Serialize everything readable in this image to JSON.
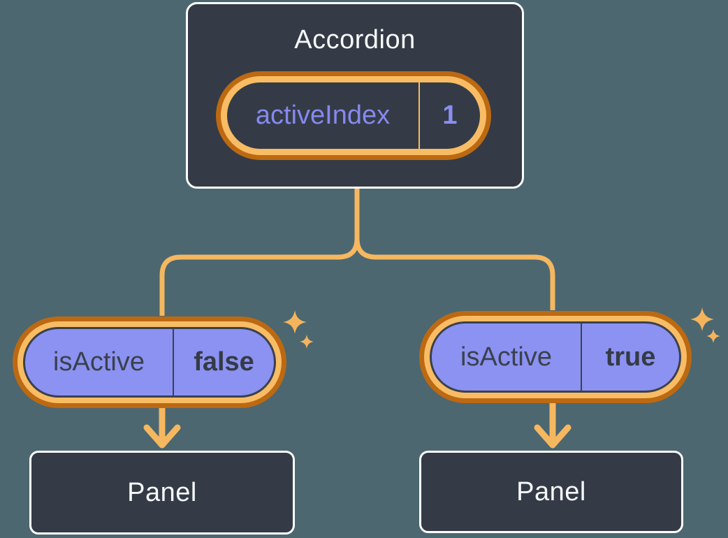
{
  "diagram": {
    "accordion": {
      "title": "Accordion",
      "state": {
        "name": "activeIndex",
        "value": "1"
      }
    },
    "children": [
      {
        "prop": {
          "name": "isActive",
          "value": "false"
        },
        "panel": {
          "label": "Panel"
        }
      },
      {
        "prop": {
          "name": "isActive",
          "value": "true"
        },
        "panel": {
          "label": "Panel"
        }
      }
    ]
  },
  "icons": {
    "sparkle_accordion": "sparkle-icon",
    "sparkle_left_pill": "sparkle-icon",
    "sparkle_right_pill": "sparkle-icon",
    "arrow_left": "down-arrow-icon",
    "arrow_right": "down-arrow-icon"
  },
  "colors": {
    "background": "#4C6770",
    "box_fill": "#343B46",
    "box_border": "#FFFFFF",
    "pill_fill": "#8C92F2",
    "pill_outline": "#3A414C",
    "ring_light": "#F8BC64",
    "ring_dark": "#BC6912",
    "connector": "#F5B75F",
    "sparkle": "#F5B45C",
    "text_light": "#F7F9FA",
    "text_dark": "#3A414C",
    "text_purple": "#8689EE"
  }
}
